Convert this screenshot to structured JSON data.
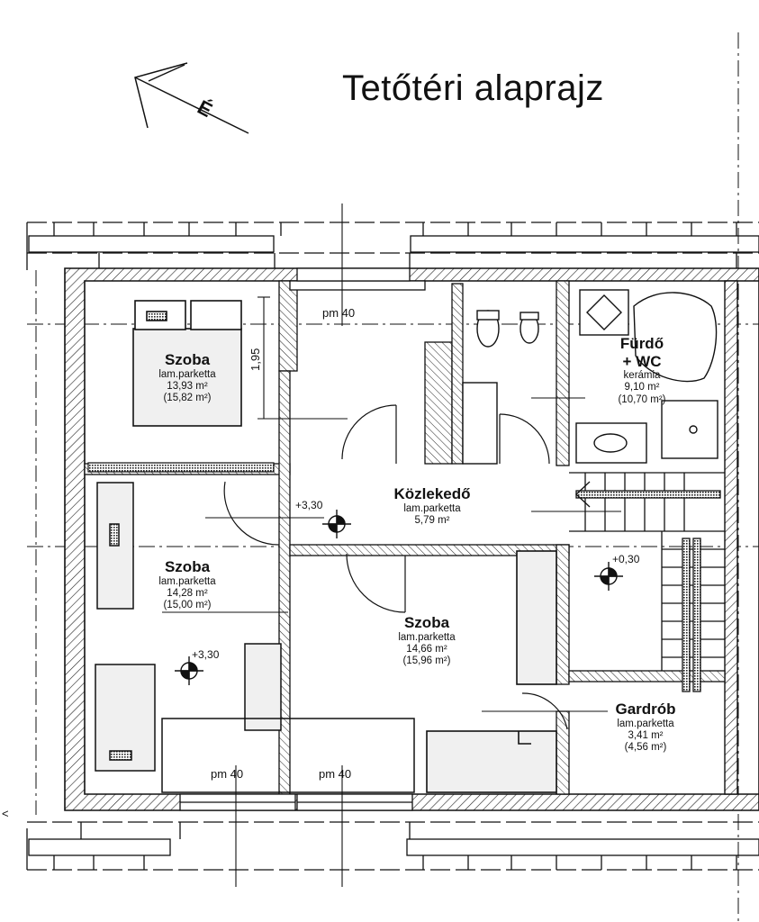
{
  "title": "Tetőtéri alaprajz",
  "north_letter": "É",
  "rooms": [
    {
      "name": "Szoba",
      "floor": "lam.parketta",
      "area": "13,93 m²",
      "area_gross": "(15,82 m²)"
    },
    {
      "name": "Fürdő",
      "name2": "+ WC",
      "floor": "kerámia",
      "area": "9,10 m²",
      "area_gross": "(10,70 m²)"
    },
    {
      "name": "Közlekedő",
      "floor": "lam.parketta",
      "area": "5,79 m²"
    },
    {
      "name": "Szoba",
      "floor": "lam.parketta",
      "area": "14,28 m²",
      "area_gross": "(15,00 m²)"
    },
    {
      "name": "Szoba",
      "floor": "lam.parketta",
      "area": "14,66 m²",
      "area_gross": "(15,96 m²)"
    },
    {
      "name": "Gardrób",
      "floor": "lam.parketta",
      "area": "3,41 m²",
      "area_gross": "(4,56 m²)"
    }
  ],
  "windows": [
    {
      "label": "pm 40"
    },
    {
      "label": "pm 40"
    },
    {
      "label": "pm 40"
    }
  ],
  "levels": [
    {
      "label": "+3,30"
    },
    {
      "label": "+0,30"
    },
    {
      "label": "+3,30"
    }
  ],
  "dimension": "1,95",
  "edge_mark": "<"
}
